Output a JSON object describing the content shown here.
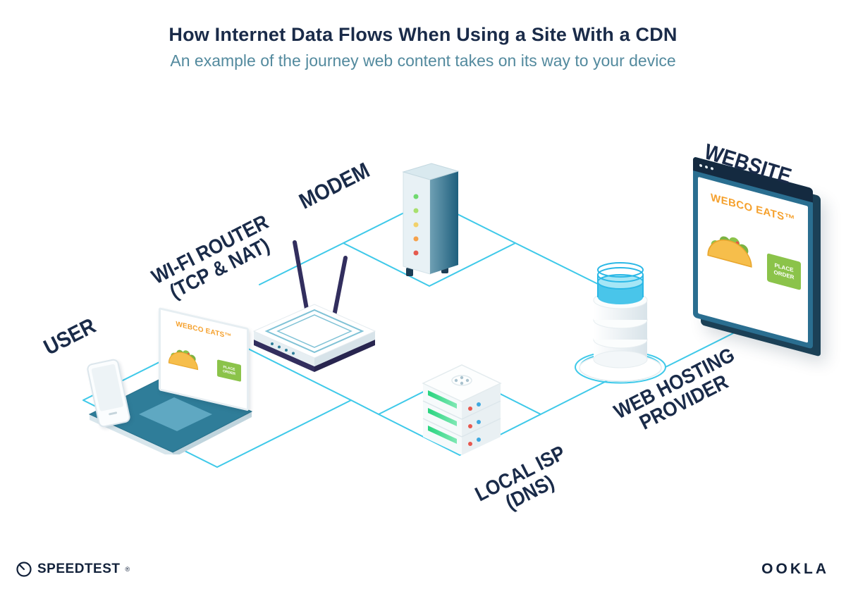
{
  "header": {
    "title": "How Internet Data Flows When Using a Site With a CDN",
    "subtitle": "An example of the journey web content takes on its way to your device"
  },
  "nodes": {
    "user": {
      "label": "USER"
    },
    "router": {
      "label": "WI-FI ROUTER",
      "sublabel": "(TCP & NAT)"
    },
    "modem": {
      "label": "MODEM"
    },
    "isp": {
      "label": "LOCAL ISP",
      "sublabel": "(DNS)"
    },
    "hosting": {
      "label": "WEB HOSTING",
      "sublabel": "PROVIDER"
    },
    "website": {
      "label": "WEBSITE"
    }
  },
  "webpage": {
    "brand": "WEBCO EATS™",
    "order_button": "PLACE ORDER"
  },
  "footer": {
    "speedtest": "SPEEDTEST",
    "speedtest_mark": "®",
    "ookla": "OOKLA"
  },
  "colors": {
    "title_navy": "#1A2B49",
    "subtitle_teal": "#538A9E",
    "connection_cyan": "#3EC9E9",
    "device_teal": "#2E7E9A",
    "antenna_navy": "#322E5E",
    "brand_orange": "#F5A12E",
    "button_green": "#8BC34A",
    "led_green": "#2ED47E",
    "alert_red": "#E8584F",
    "dot_blue": "#3FA9E0"
  }
}
